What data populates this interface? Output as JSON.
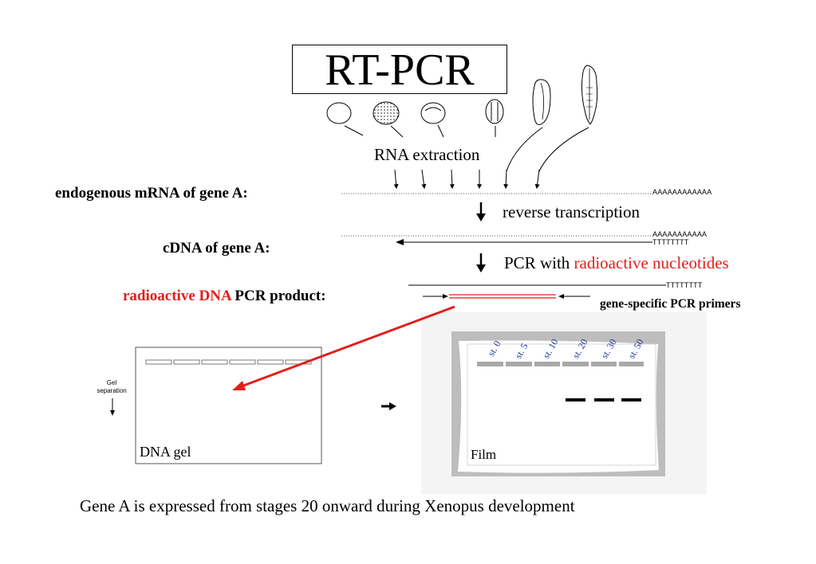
{
  "title": "RT-PCR",
  "rna_extraction_label": "RNA extraction",
  "row_labels": {
    "mrna": "endogenous mRNA of gene A:",
    "cdna": "cDNA of gene A:",
    "product_red": "radioactive DNA",
    "product_black": " PCR product:"
  },
  "steps": {
    "reverse_transcription": "reverse transcription",
    "pcr_prefix": "PCR with ",
    "pcr_red": "radioactive nucleotides"
  },
  "sequence_tails": {
    "polyA_1": "AAAAAAAAAAAA",
    "polyA_2": "AAAAAAAAAAA",
    "polyT_1": "TTTTTTTT",
    "polyT_2": "TTTTTTTT"
  },
  "primers_label": "gene-specific PCR primers",
  "gel": {
    "side_label_line1": "Gel",
    "side_label_line2": "separation",
    "label": "DNA gel"
  },
  "film": {
    "label": "Film",
    "lanes": [
      "st. 0",
      "st. 5",
      "st. 10",
      "st. 20",
      "st. 30",
      "st. 50"
    ],
    "band_present": [
      false,
      false,
      false,
      true,
      true,
      true
    ]
  },
  "caption": "Gene A is expressed from stages 20 onward during Xenopus development",
  "colors": {
    "accent_red": "#e0201b",
    "lane_label_blue": "#2a3a9a",
    "film_gray": "#bdbdbd"
  }
}
